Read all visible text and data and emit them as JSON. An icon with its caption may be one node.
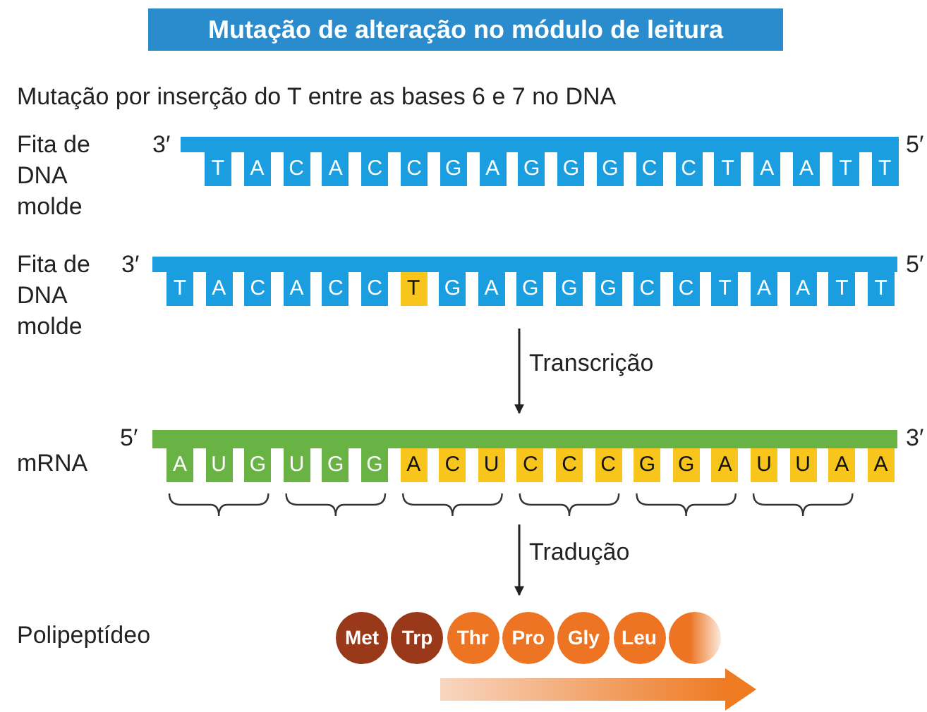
{
  "diagram": {
    "title": "Mutação de alteração no módulo de leitura",
    "nodes": [
      {
        "text": [
          "T",
          "A",
          "C",
          "A",
          "C",
          "C",
          "G",
          "A",
          "G",
          "G",
          "G",
          "C",
          "C",
          "T",
          "A",
          "A",
          "T",
          "T"
        ],
        "beside": [
          "Fita de DNA molde",
          "3′",
          "5′"
        ]
      },
      {
        "text": [
          "T",
          "A",
          "C",
          "A",
          "C",
          "C",
          "T",
          "G",
          "A",
          "G",
          "G",
          "G",
          "C",
          "C",
          "T",
          "A",
          "A",
          "T",
          "T"
        ],
        "beside": [
          "Fita de DNA molde",
          "3′",
          "5′"
        ]
      },
      {
        "text": [
          "A",
          "U",
          "G",
          "U",
          "G",
          "G",
          "A",
          "C",
          "U",
          "C",
          "C",
          "C",
          "G",
          "G",
          "A",
          "U",
          "U",
          "A",
          "A"
        ],
        "beside": [
          "mRNA",
          "5′",
          "3′"
        ]
      },
      {
        "text": [
          "Met",
          "Trp",
          "Thr",
          "Pro",
          "Gly",
          "Leu"
        ]
      }
    ],
    "edges": [
      {
        "from": 1,
        "to": 2,
        "arrow": "to",
        "label": "Transcrição"
      },
      {
        "from": 2,
        "to": 3,
        "arrow": "to",
        "label": "Tradução"
      }
    ],
    "labels": [
      "Mutação por inserção do T entre as bases 6 e 7 no DNA",
      "Polipeptídeo"
    ]
  }
}
